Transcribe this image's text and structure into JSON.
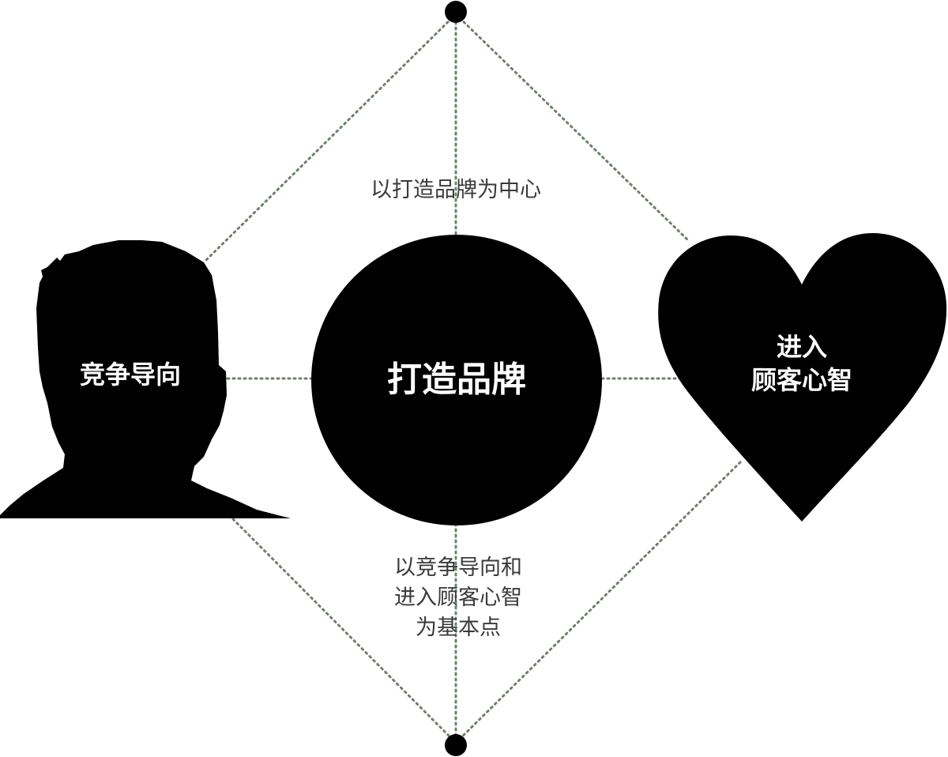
{
  "diagram": {
    "center": {
      "label": "打造品牌",
      "shape": "circle"
    },
    "left": {
      "label": "竞争导向",
      "shape": "person-silhouette"
    },
    "right": {
      "label_lines": [
        "进入",
        "顾客心智"
      ],
      "shape": "heart"
    },
    "top_caption": "以打造品牌为中心",
    "bottom_caption_lines": [
      "以竞争导向和",
      "进入顾客心智",
      "为基本点"
    ],
    "nodes": {
      "top": "dot",
      "bottom": "dot"
    },
    "colors": {
      "shape_fill": "#000000",
      "background": "#ffffff",
      "dotted_line": "#6b7f6b",
      "caption_text": "#3a3a3a",
      "shape_text": "#ffffff"
    }
  }
}
